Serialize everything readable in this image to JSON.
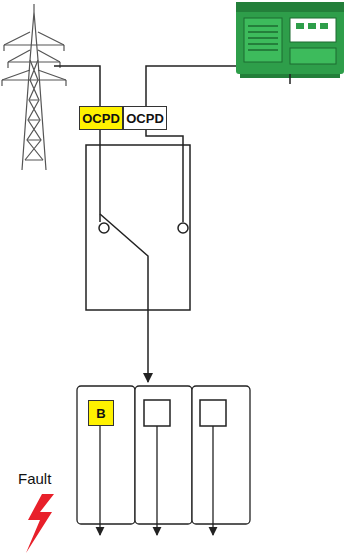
{
  "diagram": {
    "nodes": [
      {
        "text": [
          "OCPD"
        ]
      },
      {
        "text": [
          "OCPD"
        ]
      },
      {
        "text": [
          "B"
        ]
      }
    ],
    "labels": [
      "Fault"
    ]
  }
}
